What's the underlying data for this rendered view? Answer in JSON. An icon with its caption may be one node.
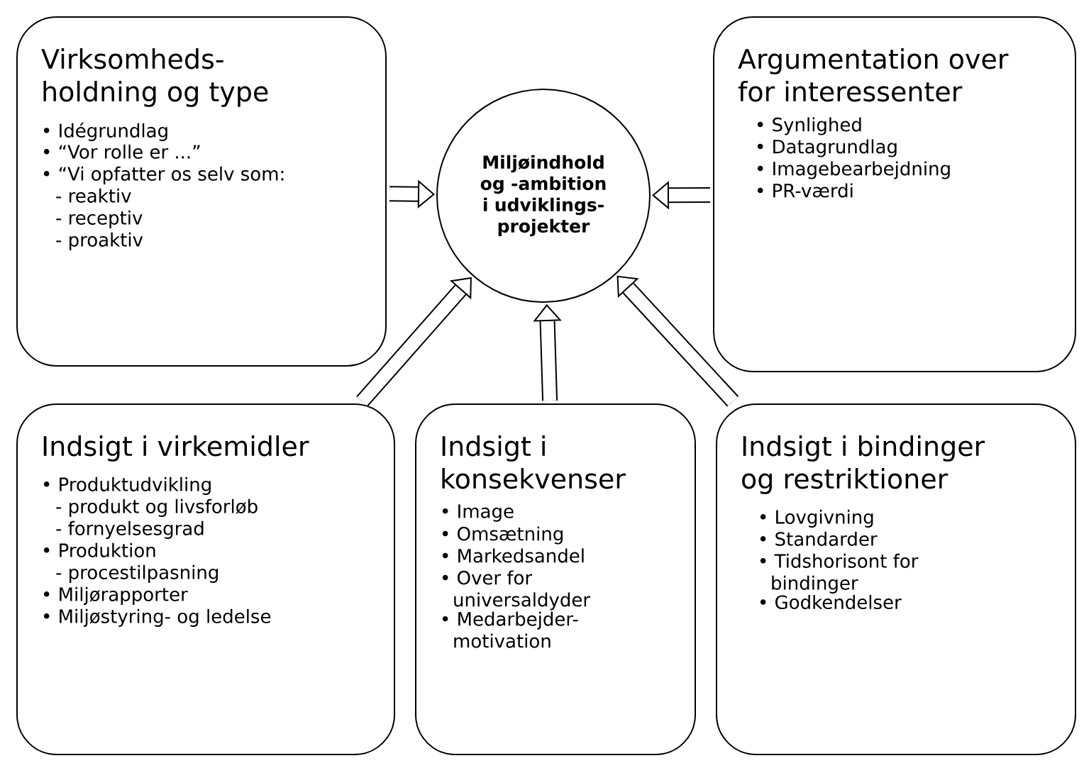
{
  "diagram": {
    "nodes": [
      {
        "text": [
          "Miljøindhold og -ambition i udviklings- projekter"
        ]
      },
      {
        "text": [
          "Virksomheds- holdning og type",
          "• Idégrundlag",
          "• “Vor rolle er ...”",
          "• “Vi opfatter os selv som:",
          "- reaktiv",
          "- receptiv",
          "- proaktiv"
        ]
      },
      {
        "text": [
          "Argumentation over for interessenter",
          "• Synlighed",
          "• Datagrundlag",
          "• Imagebearbejdning",
          "• PR-værdi"
        ]
      },
      {
        "text": [
          "Indsigt i virkemidler",
          "• Produktudvikling",
          "- produkt og livsforløb",
          "- fornyelsesgrad",
          "• Produktion",
          "- procestilpasning",
          "• Miljørapporter",
          "• Miljøstyring- og ledelse"
        ]
      },
      {
        "text": [
          "Indsigt i konsekvenser",
          "• Image",
          "• Omsætning",
          "• Markedsandel",
          "• Over for universaldyder",
          "• Medarbejder- motivation"
        ]
      },
      {
        "text": [
          "Indsigt i bindinger og restriktioner",
          "• Lovgivning",
          "• Standarder",
          "• Tidshorisont for bindinger",
          "• Godkendelser"
        ]
      }
    ],
    "edges": [
      {
        "from": 1,
        "to": 0,
        "arrow": "to"
      },
      {
        "from": 2,
        "to": 0,
        "arrow": "to"
      },
      {
        "from": 3,
        "to": 0,
        "arrow": "to"
      },
      {
        "from": 4,
        "to": 0,
        "arrow": "to"
      },
      {
        "from": 5,
        "to": 0,
        "arrow": "to"
      }
    ]
  }
}
